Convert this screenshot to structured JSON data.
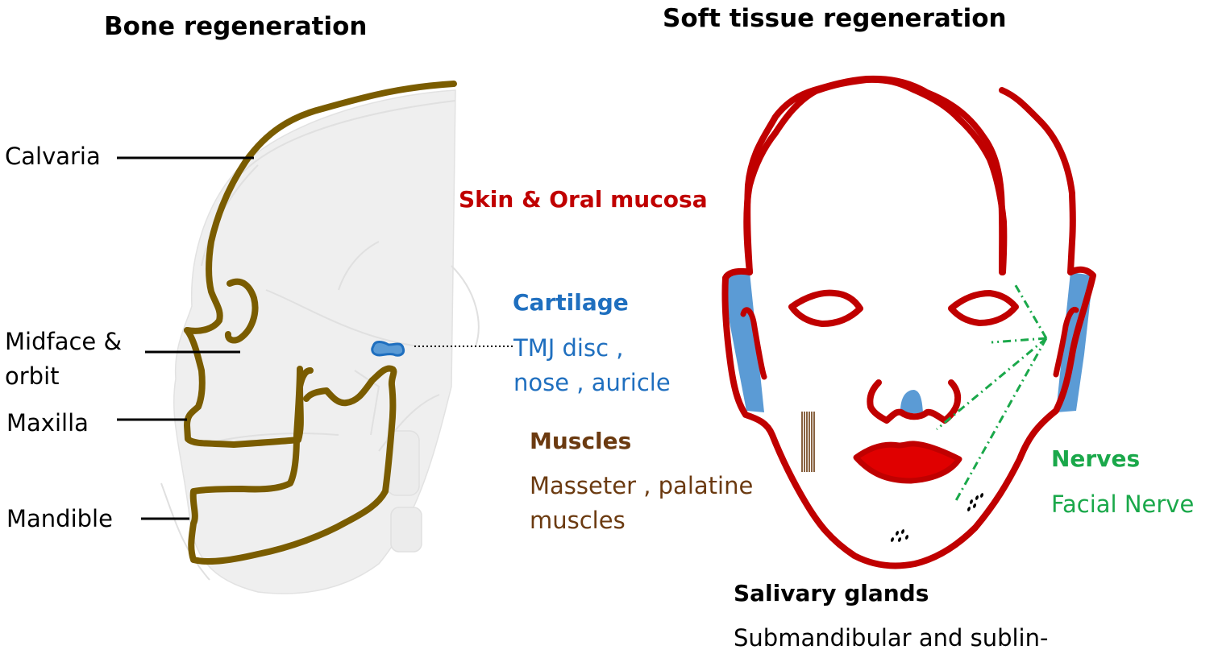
{
  "bone_panel": {
    "title": "Bone regeneration",
    "labels": {
      "calvaria": "Calvaria",
      "midface_line1": "Midface &",
      "midface_line2": "orbit",
      "maxilla": "Maxilla",
      "mandible": "Mandible"
    }
  },
  "soft_panel": {
    "title": "Soft tissue regeneration",
    "skin": "Skin & Oral mucosa",
    "cartilage": {
      "heading": "Cartilage",
      "line1": "TMJ disc ,",
      "line2": "nose , auricle"
    },
    "muscles": {
      "heading": "Muscles",
      "line1": "Masseter , palatine",
      "line2": "muscles"
    },
    "nerves": {
      "heading": "Nerves",
      "line1": "Facial Nerve"
    },
    "salivary": {
      "heading": "Salivary glands",
      "line1": "Submandibular and sublin-"
    }
  },
  "colors": {
    "bone_outline": "#7a5c00",
    "skull_shade": "#efefef",
    "cartilage_blue": "#1f6fbf",
    "cartilage_fill": "#5b9bd5",
    "skin_red": "#c00000",
    "lip_red": "#e00000",
    "muscle_brown": "#6b3a10",
    "nerve_green": "#1aa84a",
    "text_black": "#000000"
  }
}
